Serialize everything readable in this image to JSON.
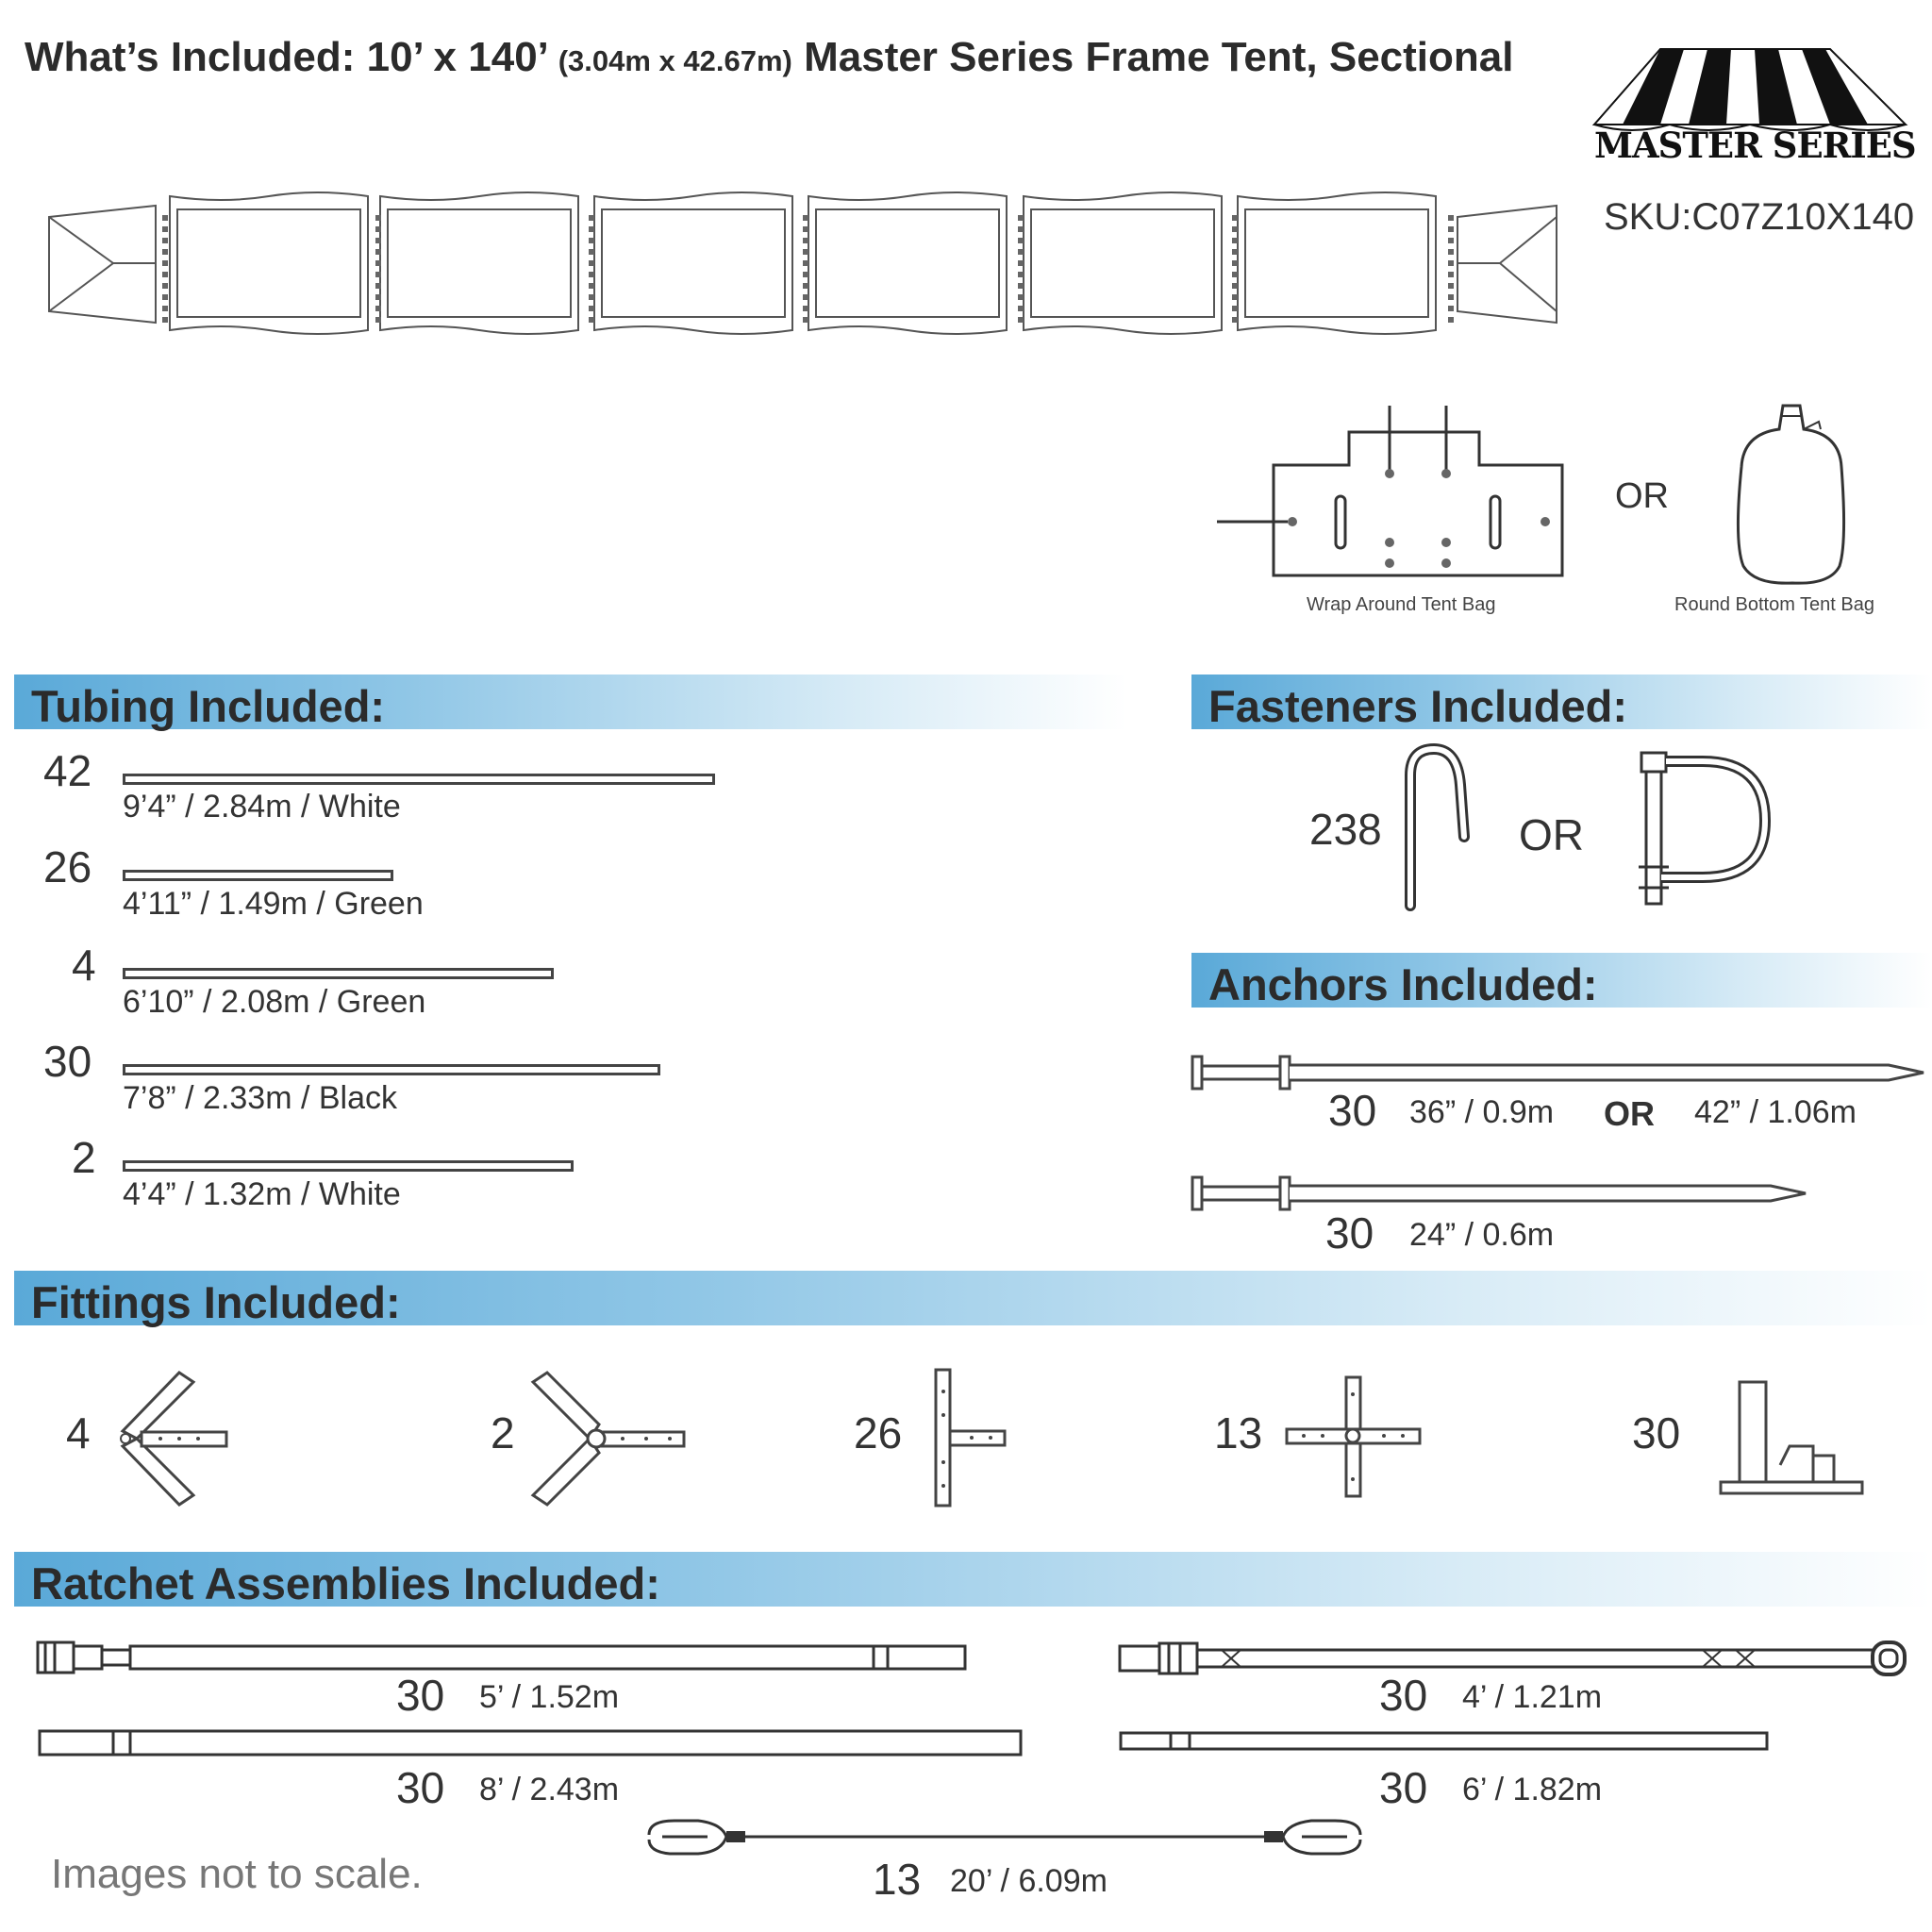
{
  "header": {
    "title_main": "What’s Included: 10’ x 140’",
    "title_metric": "(3.04m x 42.67m)",
    "title_rest": "Master Series Frame Tent, Sectional",
    "logo_text": "MASTER SERIES",
    "sku": "SKU:C07Z10X140"
  },
  "bags": {
    "wrap_label": "Wrap Around Tent Bag",
    "or": "OR",
    "round_label": "Round Bottom Tent Bag"
  },
  "tubing": {
    "heading": "Tubing Included:",
    "items": [
      {
        "qty": "42",
        "label": "9’4” / 2.84m  /  White"
      },
      {
        "qty": "26",
        "label": "4’11” / 1.49m  /  Green"
      },
      {
        "qty": "4",
        "label": "6’10” / 2.08m  /  Green"
      },
      {
        "qty": "30",
        "label": "7’8” / 2.33m  /  Black"
      },
      {
        "qty": "2",
        "label": "4’4” / 1.32m  /  White"
      }
    ]
  },
  "fasteners": {
    "heading": "Fasteners Included:",
    "qty": "238",
    "or": "OR"
  },
  "anchors": {
    "heading": "Anchors Included:",
    "items": [
      {
        "qty": "30",
        "label": "36” / 0.9m",
        "or": "OR",
        "alt": "42” / 1.06m"
      },
      {
        "qty": "30",
        "label": "24” / 0.6m"
      }
    ]
  },
  "fittings": {
    "heading": "Fittings Included:",
    "items": [
      {
        "qty": "4",
        "icon": "arrow-corner-fitting-icon"
      },
      {
        "qty": "2",
        "icon": "y-fitting-icon"
      },
      {
        "qty": "26",
        "icon": "t-fitting-icon"
      },
      {
        "qty": "13",
        "icon": "cross-fitting-icon"
      },
      {
        "qty": "30",
        "icon": "foot-plate-icon"
      }
    ]
  },
  "ratchets": {
    "heading": "Ratchet Assemblies Included:",
    "items": [
      {
        "qty": "30",
        "label": "5’ / 1.52m"
      },
      {
        "qty": "30",
        "label": "8’ / 2.43m"
      },
      {
        "qty": "30",
        "label": "4’ / 1.21m"
      },
      {
        "qty": "30",
        "label": "6’ / 1.82m"
      },
      {
        "qty": "13",
        "label": "20’ / 6.09m"
      }
    ]
  },
  "footer": {
    "note": "Images not to scale."
  }
}
